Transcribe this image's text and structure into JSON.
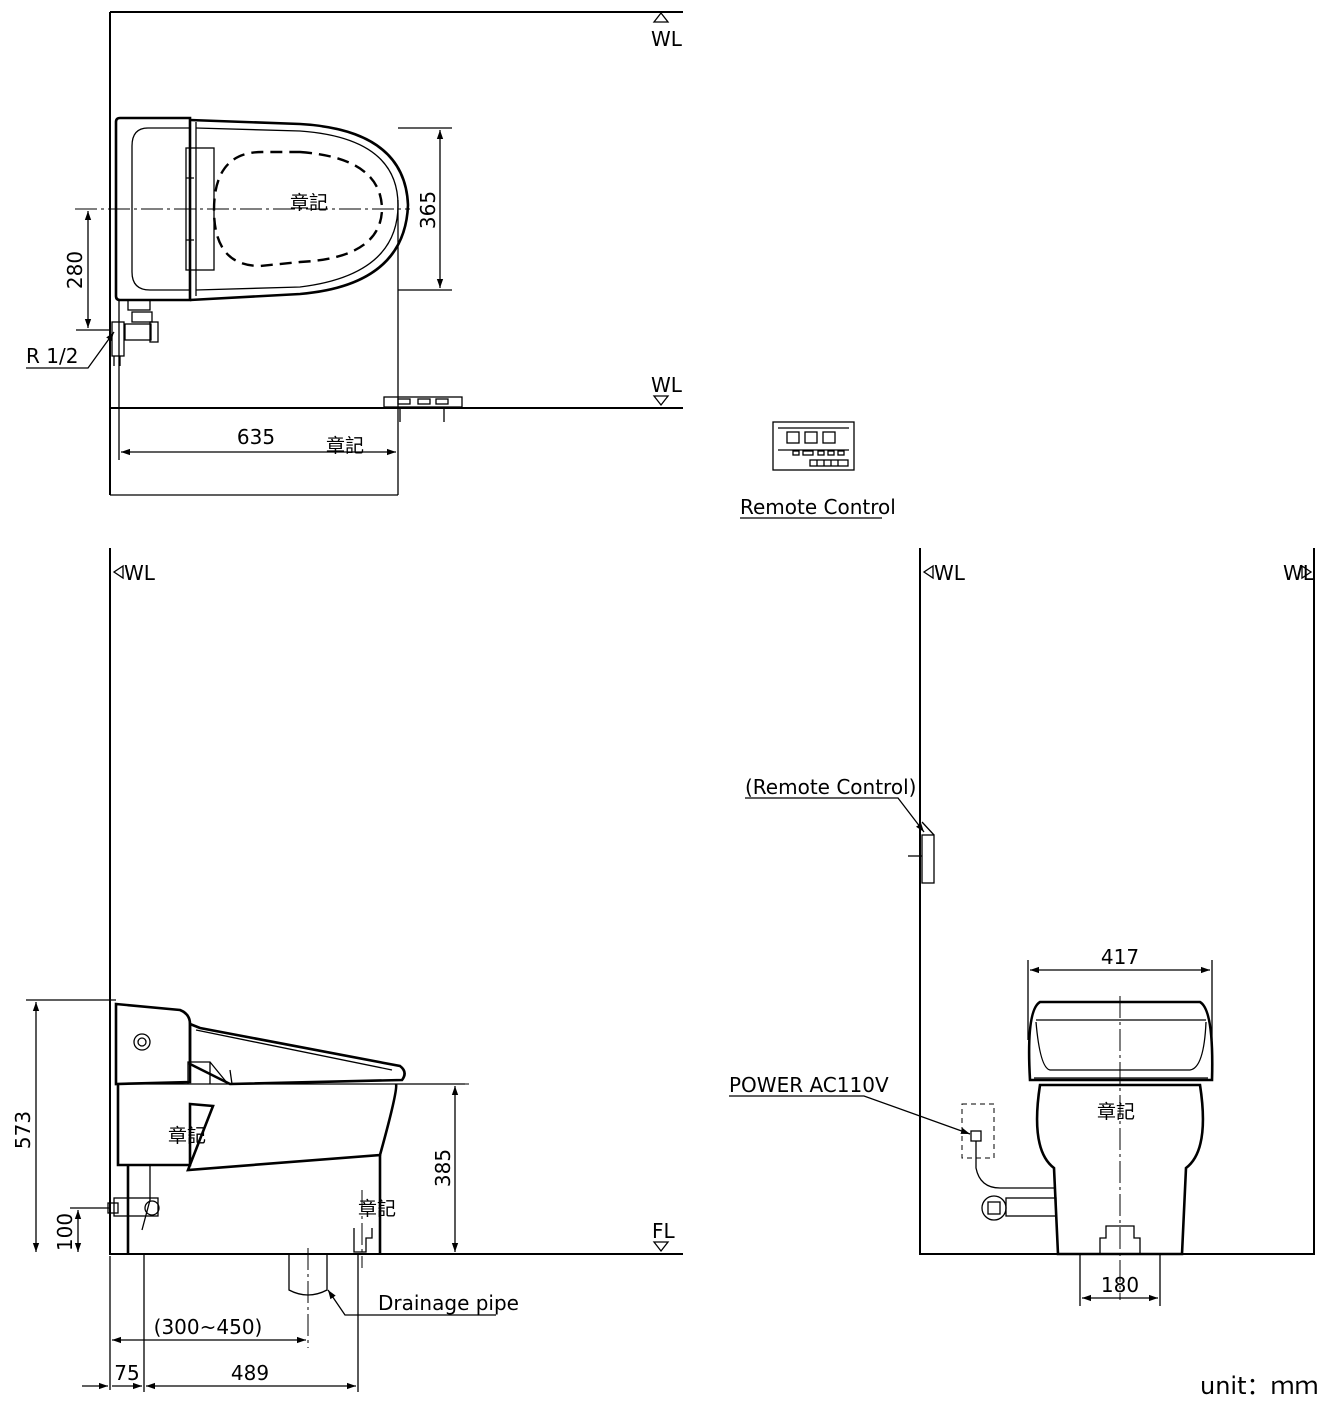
{
  "markers": {
    "wall_line": "WL",
    "floor_line": "FL"
  },
  "dimensions": {
    "d_280": "280",
    "d_365": "365",
    "d_635": "635",
    "d_573": "573",
    "d_385": "385",
    "d_100": "100",
    "d_300_450": "(300~450)",
    "d_75": "75",
    "d_489": "489",
    "d_417": "417",
    "d_180": "180"
  },
  "labels": {
    "r_half": "R 1/2",
    "remote_control": "Remote Control",
    "remote_control_paren": "(Remote Control)",
    "power": "POWER AC110V",
    "drainage_pipe": "Drainage pipe",
    "unit": "unit：ｍｍ"
  },
  "stamp": "章記"
}
